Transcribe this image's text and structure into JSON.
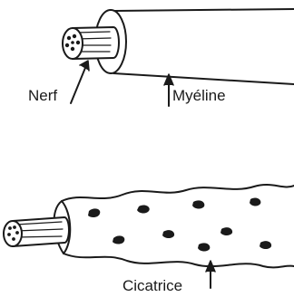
{
  "labels": {
    "nerf": "Nerf",
    "myeline": "Myéline",
    "cicatrice": "Cicatrice"
  },
  "colors": {
    "ink": "#1a1a1a",
    "background": "#ffffff"
  }
}
